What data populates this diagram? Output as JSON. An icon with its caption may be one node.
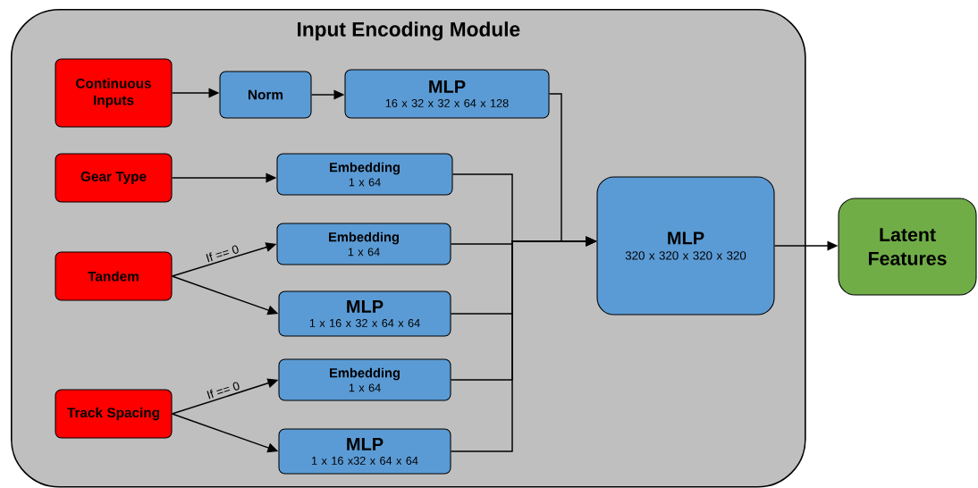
{
  "diagram": {
    "nodes": [
      {
        "text": [
          "Input Encoding Module"
        ]
      },
      {
        "text": [
          "Continuous Inputs"
        ],
        "in": 0
      },
      {
        "text": [
          "Norm"
        ],
        "in": 0
      },
      {
        "text": [
          "MLP",
          "16 x 32 x 32 x 64 x 128"
        ],
        "in": 0
      },
      {
        "text": [
          "Gear Type"
        ],
        "in": 0
      },
      {
        "text": [
          "Embedding",
          "1 x 64"
        ],
        "in": 0
      },
      {
        "text": [
          "Tandem"
        ],
        "in": 0
      },
      {
        "text": [
          "Embedding",
          "1 x 64"
        ],
        "in": 0
      },
      {
        "text": [
          "MLP",
          "1 x 16 x 32 x 64 x 64"
        ],
        "in": 0
      },
      {
        "text": [
          "Track Spacing"
        ],
        "in": 0
      },
      {
        "text": [
          "Embedding",
          "1 x 64"
        ],
        "in": 0
      },
      {
        "text": [
          "MLP",
          "1 x 16 x32 x 64 x 64"
        ],
        "in": 0
      },
      {
        "text": [
          "MLP",
          "320 x 320 x 320 x 320"
        ],
        "in": 0
      },
      {
        "text": [
          "Latent Features"
        ]
      }
    ],
    "edges": [
      {
        "from": 1,
        "to": 2,
        "arrow": "to"
      },
      {
        "from": 2,
        "to": 3,
        "arrow": "to"
      },
      {
        "from": 4,
        "to": 5,
        "arrow": "to"
      },
      {
        "from": 6,
        "to": 7,
        "arrow": "to",
        "label": "If == 0"
      },
      {
        "from": 6,
        "to": 8,
        "arrow": "to"
      },
      {
        "from": 9,
        "to": 10,
        "arrow": "to",
        "label": "If == 0"
      },
      {
        "from": 9,
        "to": 11,
        "arrow": "to"
      },
      {
        "from": 3,
        "to": 12,
        "arrow": "to"
      },
      {
        "from": 5,
        "to": 12,
        "arrow": "to"
      },
      {
        "from": 7,
        "to": 12,
        "arrow": "to"
      },
      {
        "from": 8,
        "to": 12,
        "arrow": "to"
      },
      {
        "from": 10,
        "to": 12,
        "arrow": "to"
      },
      {
        "from": 11,
        "to": 12,
        "arrow": "to"
      },
      {
        "from": 12,
        "to": 13,
        "arrow": "to"
      }
    ]
  }
}
